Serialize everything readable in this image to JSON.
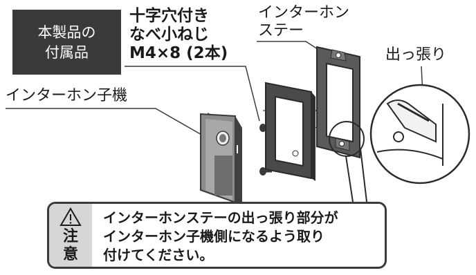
{
  "badge": {
    "line1": "本製品の",
    "line2": "付属品"
  },
  "screw": {
    "line1": "十字穴付き",
    "line2": "なべ小ねじ",
    "line3": "M4×8 (2本)"
  },
  "labels": {
    "stand_line1": "インターホン",
    "stand_line2": "ステー",
    "protrusion": "出っ張り",
    "intercom": "インターホン子機"
  },
  "caution": {
    "char1": "注",
    "char2": "意",
    "line1": "インターホンステーの出っ張り部分が",
    "line2": "インターホン子機側になるよう取り",
    "line3": "付けてください。"
  },
  "icons": {
    "warning": "warning-triangle-icon"
  },
  "colors": {
    "dark": "#3a3a3a",
    "panel": "#d6d6d6",
    "device": "#7a7a7a"
  }
}
